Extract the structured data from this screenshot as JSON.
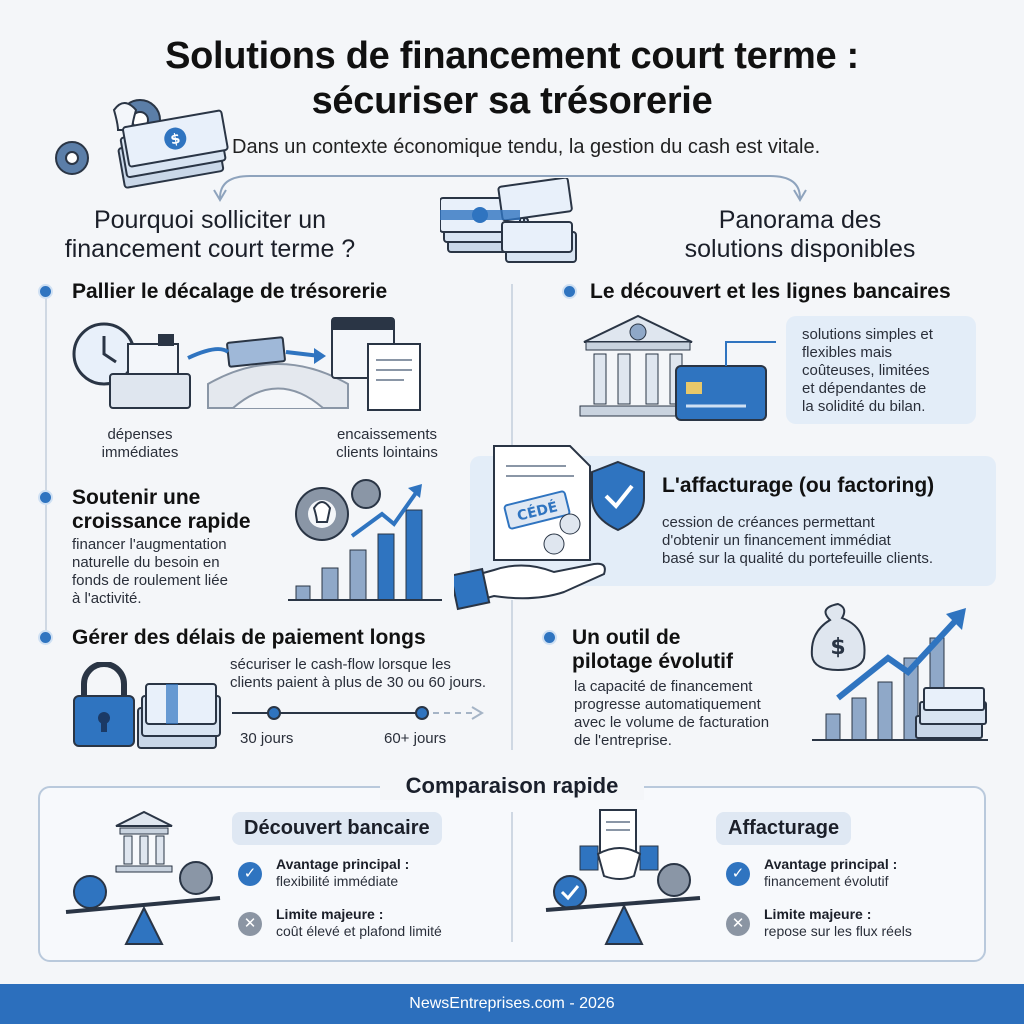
{
  "title_line1": "Solutions de financement court terme :",
  "title_line2": "sécuriser sa trésorerie",
  "subtitle": "Dans un contexte économique tendu, la gestion du cash est vitale.",
  "left": {
    "heading_line1": "Pourquoi solliciter un",
    "heading_line2": "financement court terme ?",
    "sections": [
      {
        "title": "Pallier le décalage de trésorerie",
        "label_left_1": "dépenses",
        "label_left_2": "immédiates",
        "label_right_1": "encaissements",
        "label_right_2": "clients lointains"
      },
      {
        "title_1": "Soutenir une",
        "title_2": "croissance rapide",
        "text_1": "financer l'augmentation",
        "text_2": "naturelle du besoin en",
        "text_3": "fonds de roulement liée",
        "text_4": "à l'activité."
      },
      {
        "title": "Gérer des délais de paiement longs",
        "text_1": "sécuriser le cash-flow lorsque les",
        "text_2": "clients paient à plus de 30 ou 60 jours.",
        "tick_1": "30 jours",
        "tick_2": "60+ jours"
      }
    ]
  },
  "right": {
    "heading_line1": "Panorama des",
    "heading_line2": "solutions disponibles",
    "sections": [
      {
        "title": "Le découvert et les lignes bancaires",
        "text_1": "solutions simples et",
        "text_2": "flexibles mais",
        "text_3": "coûteuses, limitées",
        "text_4": "et dépendantes de",
        "text_5": "la solidité du bilan."
      },
      {
        "title": "L'affacturage (ou factoring)",
        "stamp": "CÉDÉ",
        "text_1": "cession de créances permettant",
        "text_2": "d'obtenir un financement immédiat",
        "text_3": "basé sur la qualité du portefeuille clients."
      },
      {
        "title_1": "Un outil de",
        "title_2": "pilotage évolutif",
        "text_1": "la capacité de financement",
        "text_2": "progresse automatiquement",
        "text_3": "avec le volume de facturation",
        "text_4": "de l'entreprise."
      }
    ]
  },
  "comparison": {
    "title": "Comparaison rapide",
    "left": {
      "name": "Découvert bancaire",
      "adv_label": "Avantage principal :",
      "adv_value": "flexibilité immédiate",
      "lim_label": "Limite majeure :",
      "lim_value": "coût élevé et plafond limité"
    },
    "right": {
      "name": "Affacturage",
      "adv_label": "Avantage principal :",
      "adv_value": "financement évolutif",
      "lim_label": "Limite majeure :",
      "lim_value": "repose sur les flux réels"
    }
  },
  "footer": "NewsEntreprises.com - 2026",
  "colors": {
    "accent": "#2f74c0",
    "dark": "#2a3545",
    "light_blue": "#e3edf8",
    "money_green": "#8fa8c8"
  }
}
